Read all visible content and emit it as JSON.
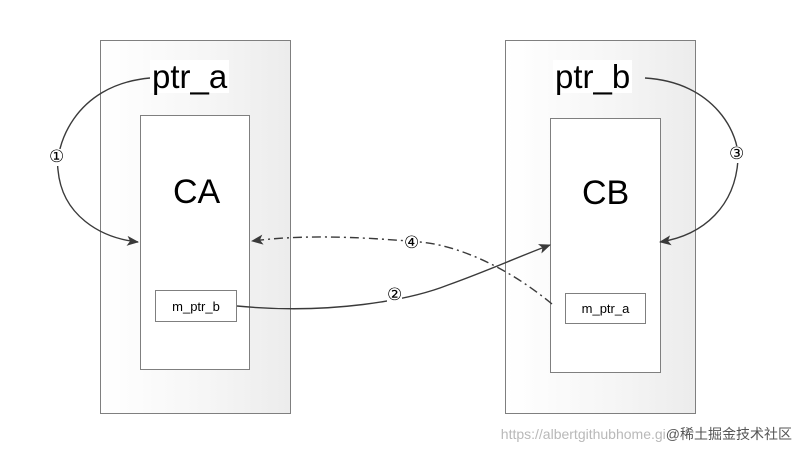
{
  "diagram": {
    "left": {
      "pointer_label": "ptr_a",
      "object_label": "CA",
      "member_label": "m_ptr_b"
    },
    "right": {
      "pointer_label": "ptr_b",
      "object_label": "CB",
      "member_label": "m_ptr_a"
    },
    "steps": {
      "step1": "①",
      "step2": "②",
      "step3": "③",
      "step4": "④"
    }
  },
  "watermark": {
    "url": "https://albertgithubhome.gi",
    "brand": "@稀土掘金技术社区"
  }
}
